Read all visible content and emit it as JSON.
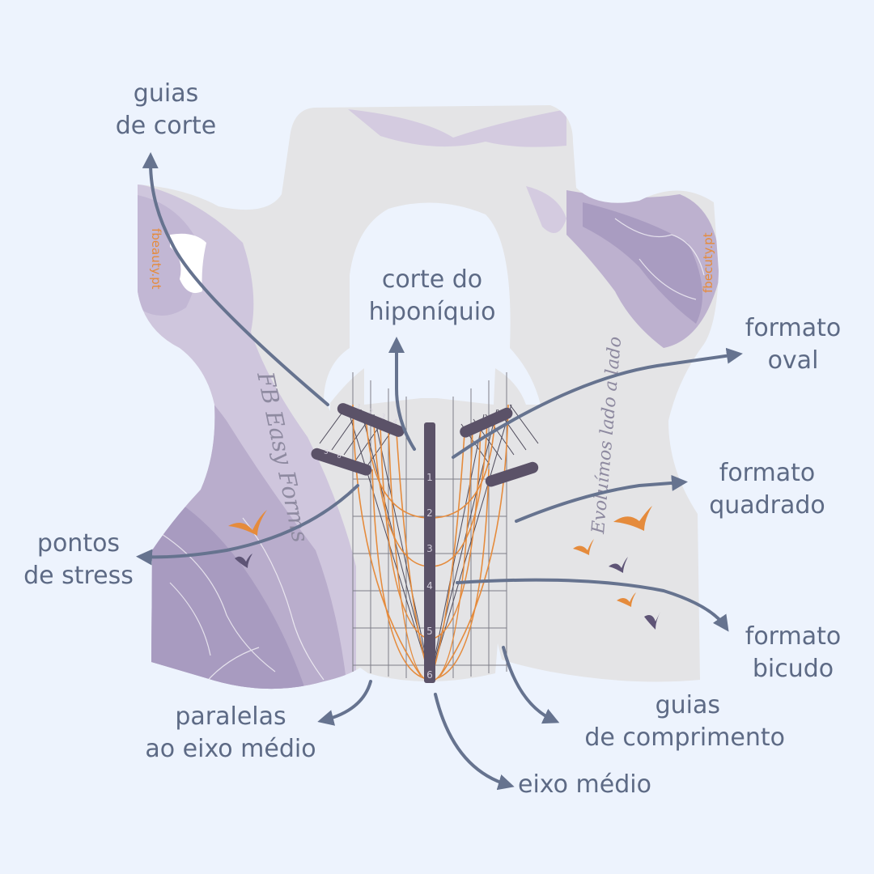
{
  "labels": {
    "guias_corte": [
      "guias",
      "de corte"
    ],
    "corte_hiponiquio": [
      "corte do",
      "hiponíquio"
    ],
    "formato_oval": [
      "formato",
      "oval"
    ],
    "formato_quadrado": [
      "formato",
      "quadrado"
    ],
    "pontos_stress": [
      "pontos",
      "de stress"
    ],
    "formato_bicudo": [
      "formato",
      "bicudo"
    ],
    "paralelas_eixo": [
      "paralelas",
      "ao eixo médio"
    ],
    "guias_comprimento": [
      "guias",
      "de comprimento"
    ],
    "eixo_medio": [
      "eixo médio"
    ]
  },
  "brand": {
    "left": "fbeauty.pt",
    "right": "fbecuty.pt",
    "script_left": "FB Easy Forms",
    "script_right": "Evoluímos lado a lado"
  },
  "axis_numbers": [
    "1",
    "2",
    "3",
    "4",
    "5",
    "6"
  ],
  "cut_guide_numbers": [
    "1",
    "2",
    "3",
    "4",
    "5",
    "6"
  ],
  "colors": {
    "background": "#edf3fd",
    "form": "#e4e4e6",
    "lavender": "#b9adcc",
    "lavender_dark": "#a597bd",
    "label": "#5d6a85",
    "arrow": "#66738f",
    "axis": "#5b5268",
    "orange": "#e58b3c",
    "grid": "#7e7e88"
  },
  "icons": [
    "swallow-icon-orange",
    "swallow-icon-purple"
  ]
}
